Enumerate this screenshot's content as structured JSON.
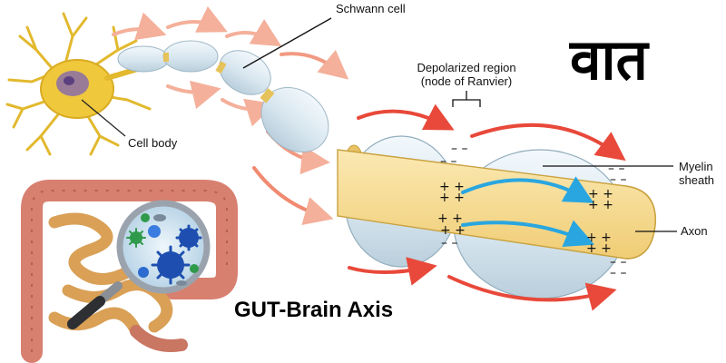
{
  "title": "वात",
  "labels": {
    "schwann_cell": "Schwann cell",
    "cell_body": "Cell body",
    "depolarized_region_line1": "Depolarized region",
    "depolarized_region_line2": "(node of Ranvier)",
    "myelin_sheath_line1": "Myelin",
    "myelin_sheath_line2": "sheath",
    "axon": "Axon"
  },
  "charges": {
    "minus_pair": "– –",
    "plus_pair": "+ +"
  },
  "gut_caption": "GUT-Brain Axis",
  "colors": {
    "axon": "#f8df9a",
    "myelin": "#dde9f1",
    "current_arrow": "#29a6e0",
    "signal_arrow": "#e8493a",
    "faded_arrow": "#f4b09a",
    "neuron": "#e8c23a",
    "intestine": "#d88070",
    "small_intestine": "#d9a056",
    "microbe": "#1e4fb0"
  }
}
